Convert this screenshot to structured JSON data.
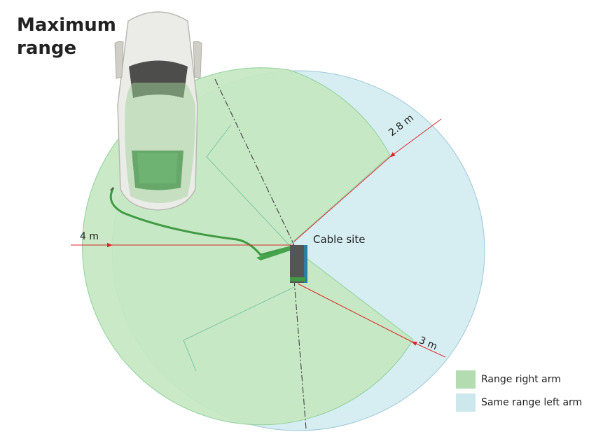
{
  "title": "Maximum\nrange",
  "cable_site_label": "Cable site",
  "dimensions": {
    "left_reach": "4 m",
    "upper_right_reach": "2.8 m",
    "lower_right_reach": "3 m"
  },
  "legend": [
    {
      "label": "Range right arm",
      "color": "#b3dcb0"
    },
    {
      "label": "Same range left arm",
      "color": "#cde8ec"
    }
  ],
  "colors": {
    "right_arm_fill": "#c6e7c1",
    "left_arm_fill": "#d6eef2",
    "dimension_line": "#d9262b",
    "cable": "#3f9a44",
    "charger": "#555555"
  }
}
